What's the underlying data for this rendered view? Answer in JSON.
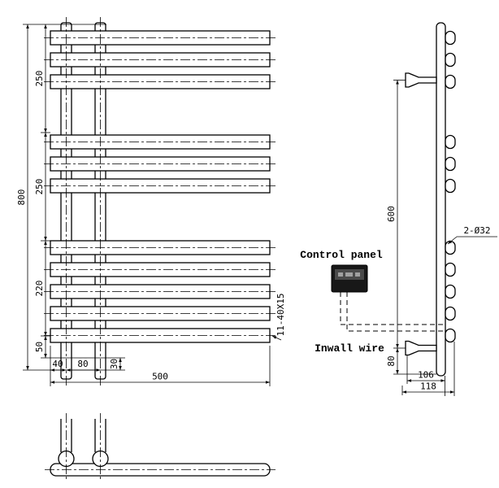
{
  "front_view": {
    "dim_total_height": "800",
    "dim_segment_top": "250",
    "dim_segment_mid": "250",
    "dim_segment_lower": "220",
    "dim_segment_bottom": "50",
    "dim_pipe_extension": "30",
    "dim_bar_overhang": "40",
    "dim_pipe_spacing": "80",
    "dim_total_width": "500",
    "bar_spec": "11-40X15"
  },
  "side_view": {
    "dim_bracket_span": "600",
    "dim_bracket_bottom": "80",
    "dim_depth_bracket": "106",
    "dim_depth_overall": "118",
    "hole_spec": "2-Ø32",
    "control_panel_label": "Control panel",
    "inwall_wire_label": "Inwall wire"
  },
  "colors": {
    "line": "#000000",
    "panel_body": "#181818",
    "panel_display": "#4a4a4a",
    "panel_segment": "#a0a0a0"
  }
}
